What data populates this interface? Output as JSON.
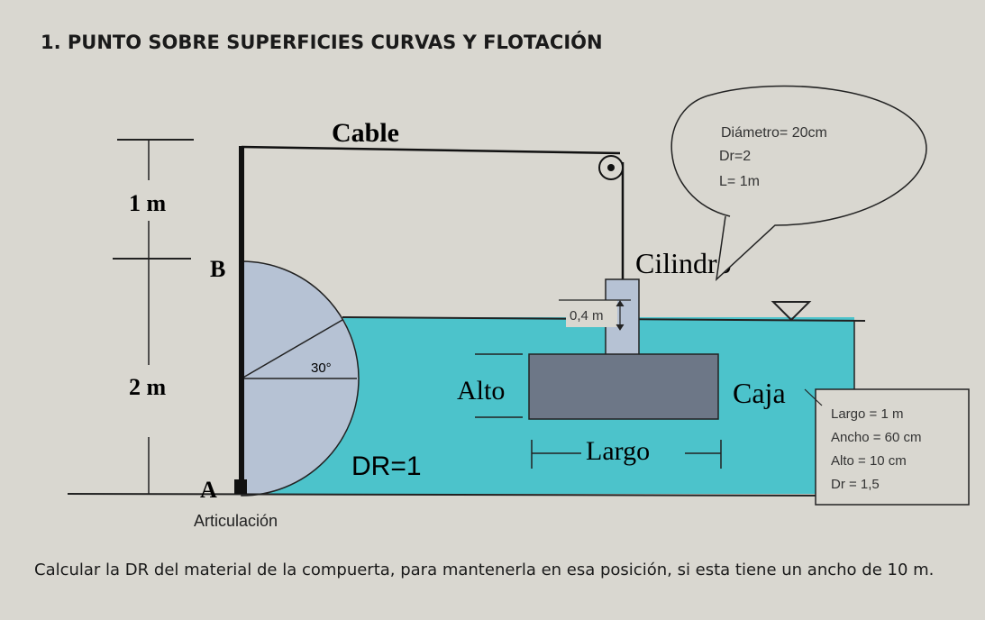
{
  "title": "1.  PUNTO SOBRE SUPERFICIES CURVAS Y FLOTACIÓN",
  "diagram": {
    "cable_label": "Cable",
    "dim_top": "1 m",
    "dim_bottom": "2 m",
    "point_b": "B",
    "point_a": "A",
    "hinge_label": "Articulación",
    "angle_label": "30°",
    "gate_fluid_label": "DR=1",
    "cylinder_label": "Cilindro",
    "cylinder_offset": "0,4 m",
    "box_label": "Caja",
    "height_label": "Alto",
    "length_label": "Largo",
    "cylinder_props": {
      "diameter": "Diámetro= 20cm",
      "dr": "Dr=2",
      "length": "L= 1m"
    },
    "box_props": {
      "largo": "Largo = 1 m",
      "ancho": "Ancho = 60 cm",
      "alto": "Alto = 10 cm",
      "dr": "Dr = 1,5"
    },
    "colors": {
      "water": "#4cc3cb",
      "gate": "#b6c2d4",
      "box": "#6d7787",
      "cylinder": "#b6c2d4"
    }
  },
  "problem": "Calcular la DR del material de la compuerta, para mantenerla en esa posición, si esta tiene un ancho de 10 m."
}
